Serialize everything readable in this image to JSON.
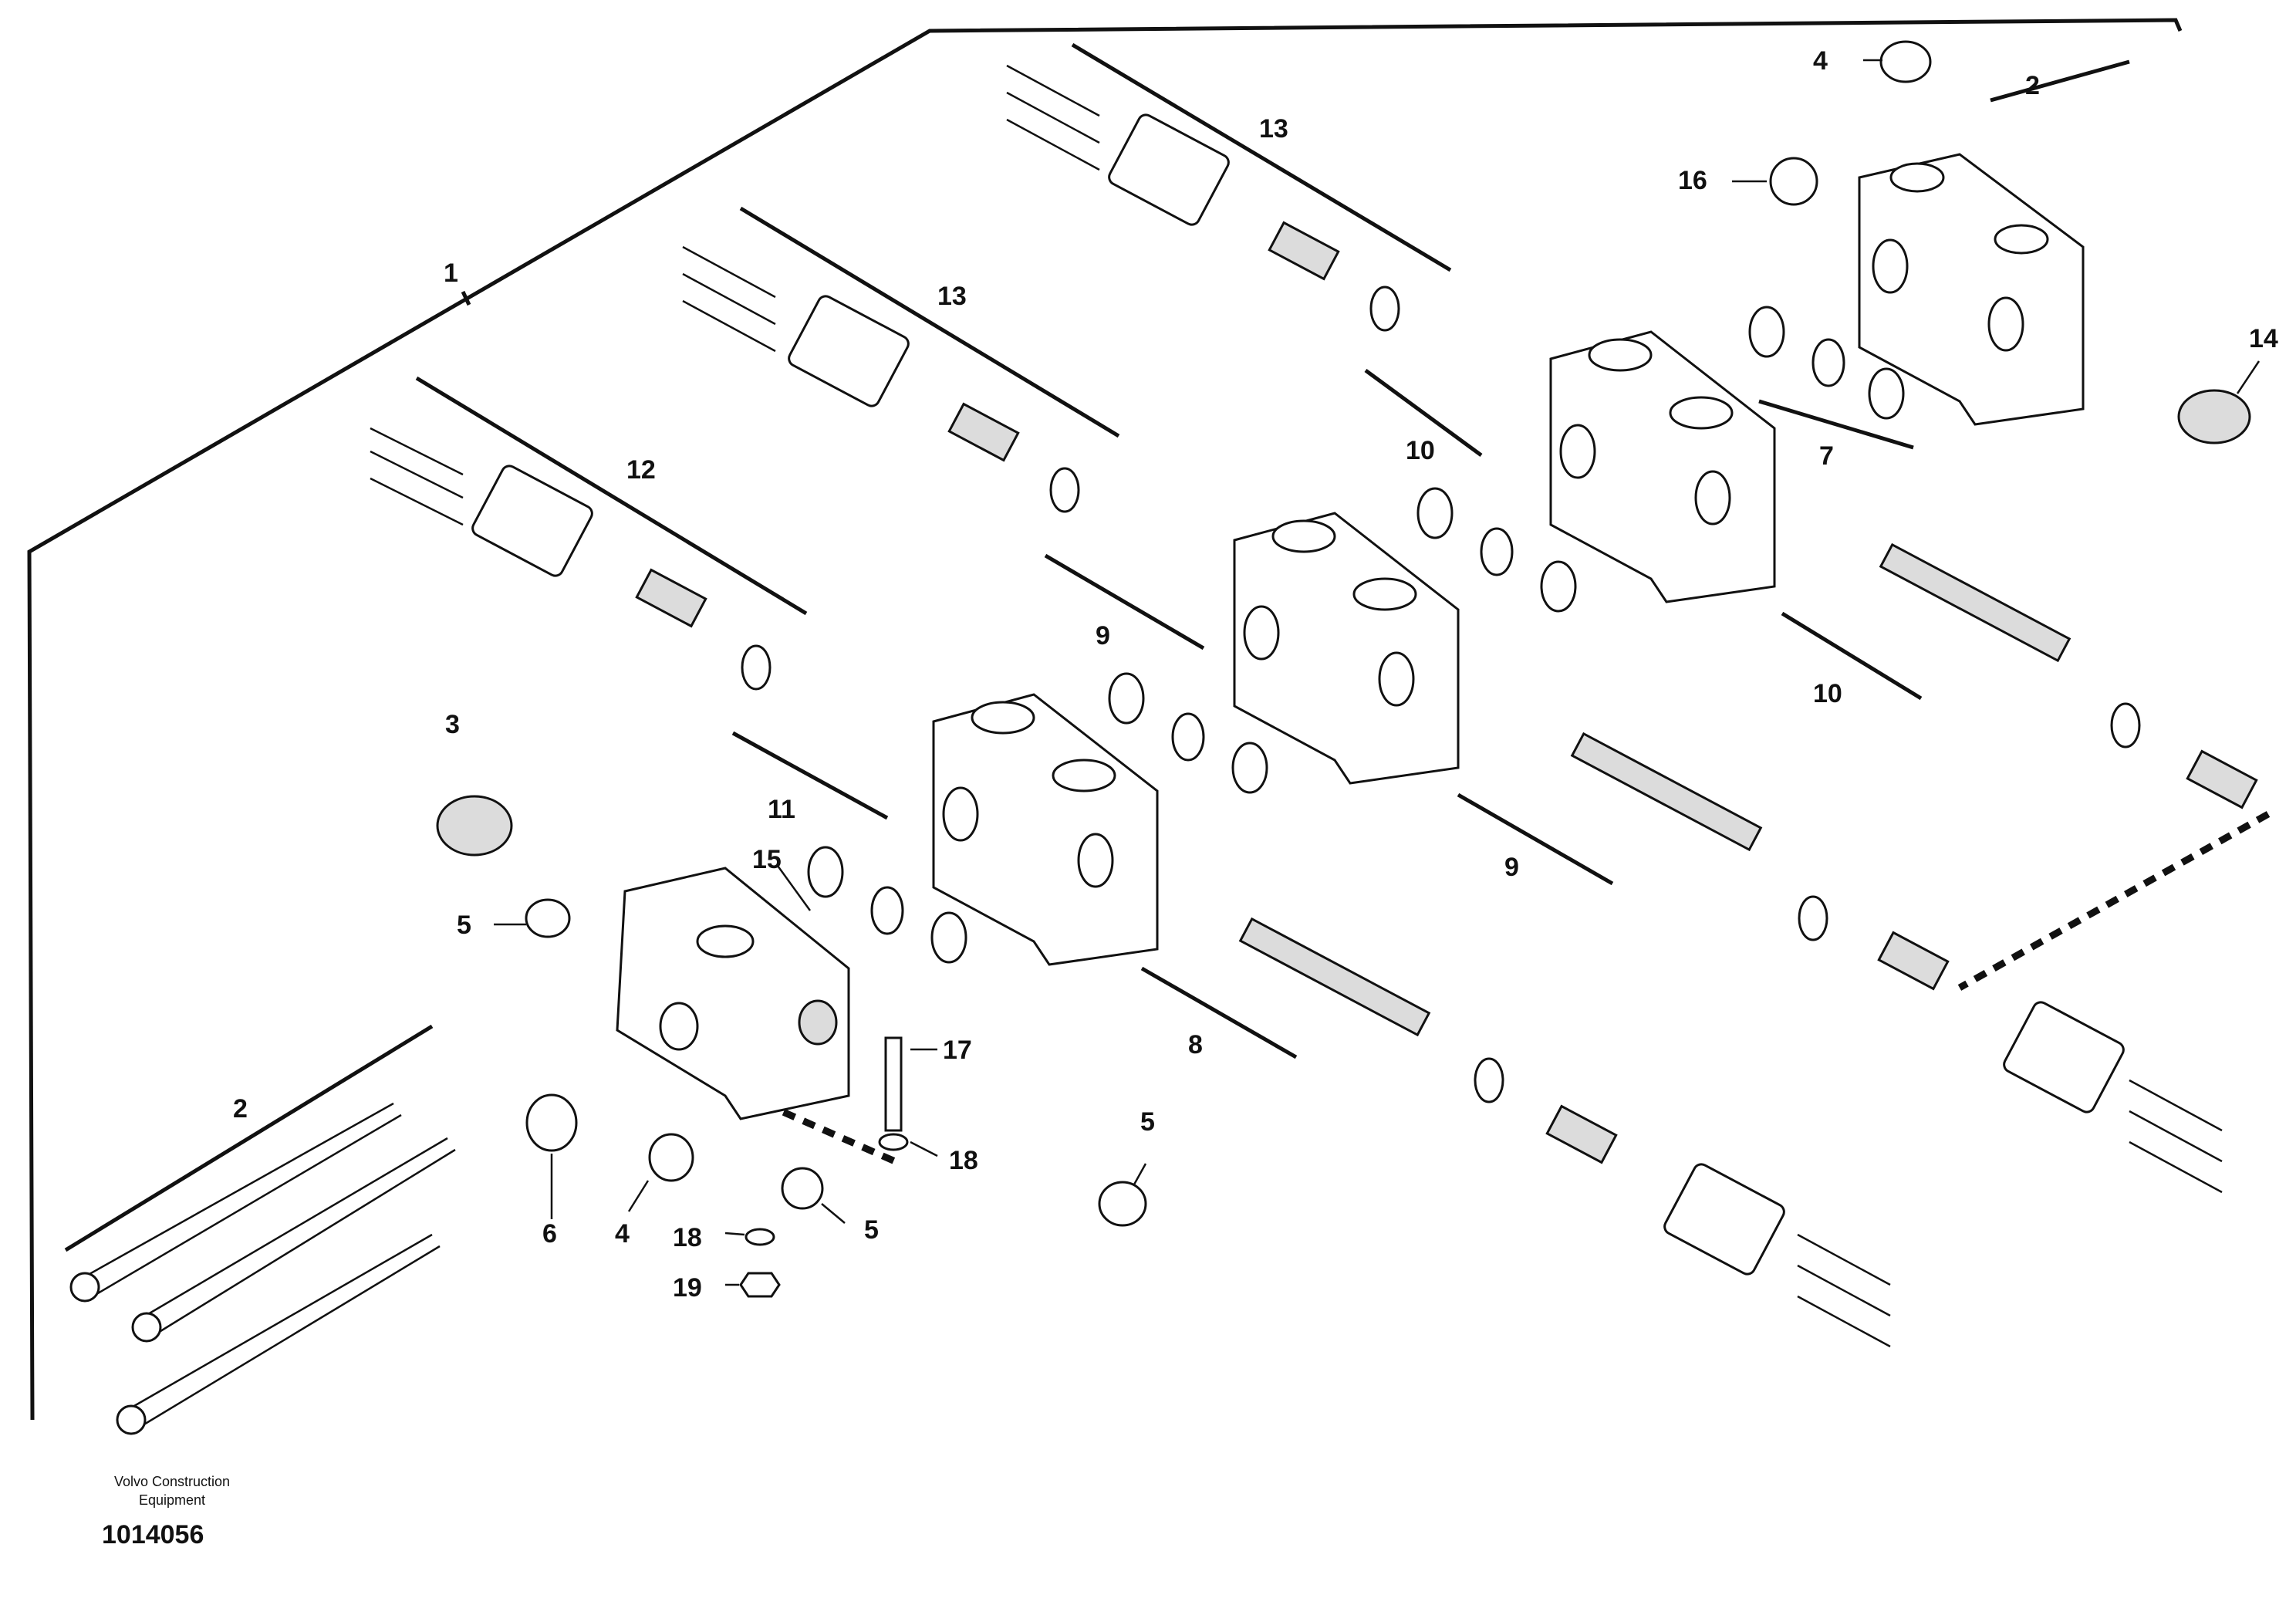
{
  "footer": {
    "company_line1": "Volvo Construction",
    "company_line2": "Equipment",
    "drawing_number": "1014056"
  },
  "callouts": {
    "c1": "1",
    "c2a": "2",
    "c2b": "2",
    "c3": "3",
    "c4a": "4",
    "c4b": "4",
    "c5a": "5",
    "c5b": "5",
    "c5c": "5",
    "c6": "6",
    "c7": "7",
    "c8": "8",
    "c9a": "9",
    "c9b": "9",
    "c10a": "10",
    "c10b": "10",
    "c11": "11",
    "c12": "12",
    "c13a": "13",
    "c13b": "13",
    "c14": "14",
    "c15": "15",
    "c16": "16",
    "c17": "17",
    "c18a": "18",
    "c18b": "18",
    "c19": "19"
  }
}
